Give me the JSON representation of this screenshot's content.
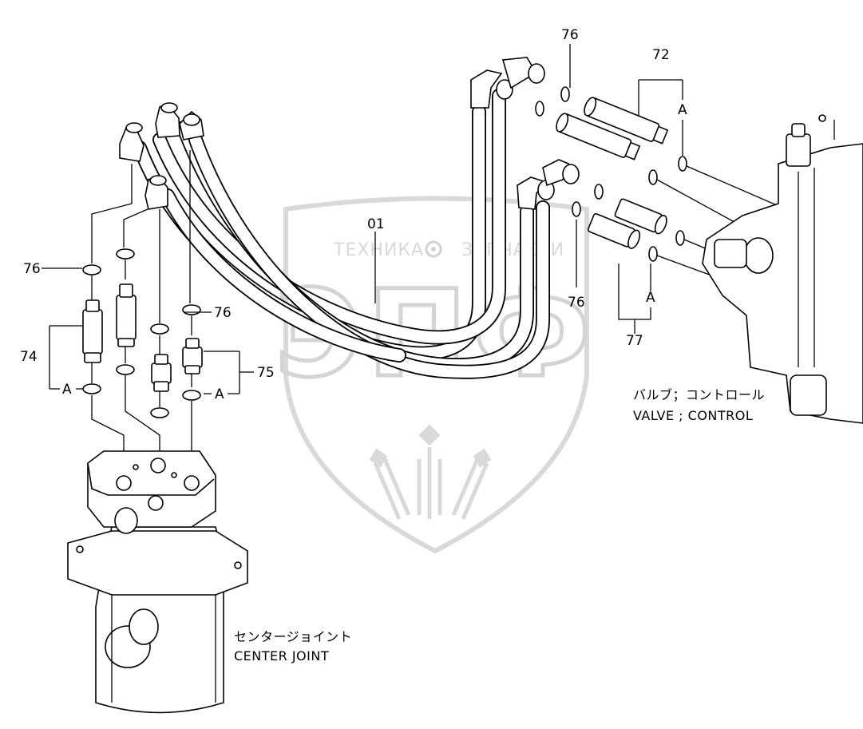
{
  "diagram": {
    "watermark": {
      "left_text": "ТЕХНИКА",
      "right_text": "ЗАПЧАСТИ",
      "big_text": "ЭПФ"
    },
    "callouts": {
      "p01": "01",
      "p72": "72",
      "p74": "74",
      "p75": "75",
      "p76a": "76",
      "p76b": "76",
      "p76c": "76",
      "p76d": "76",
      "p77": "77",
      "a1": "A",
      "a2": "A",
      "a3": "A",
      "a4": "A"
    },
    "captions": {
      "valve_jp": "バルブ；コントロール",
      "valve_en": "VALVE ; CONTROL",
      "joint_jp": "センタージョイント",
      "joint_en": "CENTER JOINT"
    }
  }
}
